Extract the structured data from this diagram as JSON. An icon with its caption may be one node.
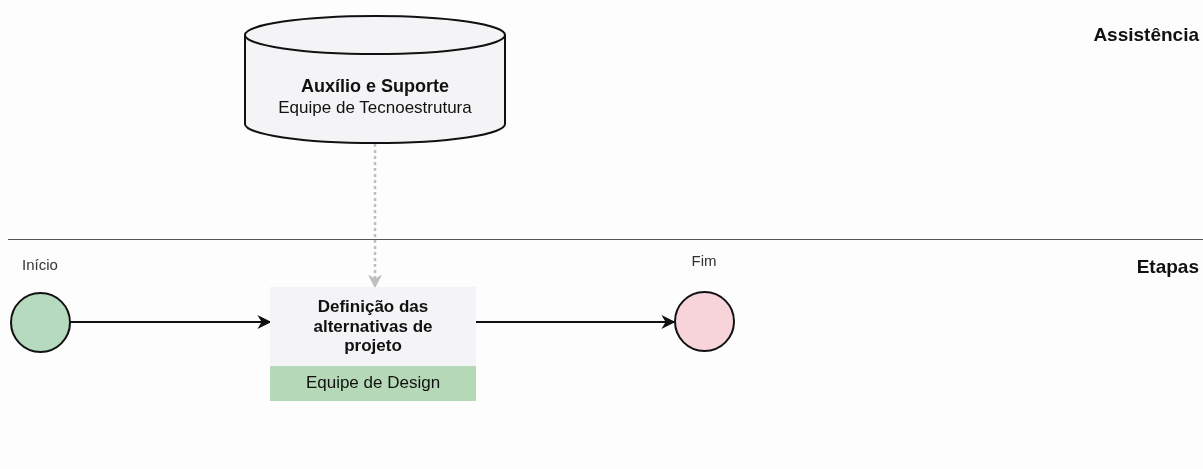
{
  "diagram": {
    "nodes": [
      {
        "text": [
          "Auxílio e Suporte",
          "Equipe de Tecnoestrutura"
        ]
      },
      {
        "text": [],
        "shape": "circle",
        "beside": [
          "Início"
        ]
      },
      {
        "text": [
          "Definição das alternativas de projeto",
          "Equipe de Design"
        ]
      },
      {
        "text": [],
        "shape": "circle",
        "beside": [
          "Fim"
        ]
      }
    ],
    "edges": [
      {
        "from": 0,
        "to": 2,
        "arrow": "to",
        "style": "dashed",
        "color": "#bfbfbf"
      },
      {
        "from": 1,
        "to": 2,
        "arrow": "to"
      },
      {
        "from": 2,
        "to": 3,
        "arrow": "to"
      }
    ],
    "labels": [
      "Assistência",
      "Etapas"
    ]
  }
}
